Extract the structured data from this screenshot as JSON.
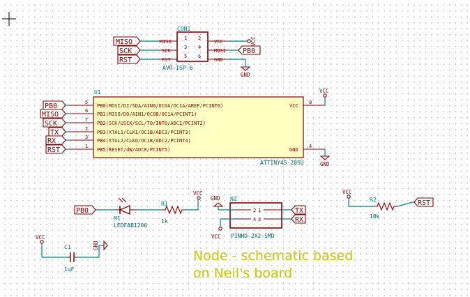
{
  "con1": {
    "ref": "CON1",
    "value": "AVR-ISP-6",
    "pins": [
      "1",
      "2",
      "3",
      "4",
      "5",
      "6"
    ],
    "left_names": [
      "MISO",
      "SCK",
      "RST"
    ],
    "right_names": [
      "VCC",
      "MOSI",
      "GND"
    ],
    "labels_left": [
      "MISO",
      "SCK",
      "RST"
    ],
    "label_right": "PB0",
    "vcc_rot": "VCC",
    "gnd": "GND"
  },
  "u1": {
    "ref": "U1",
    "value": "ATTINY45-20SU",
    "pins_left": [
      {
        "num": "5",
        "name": "PB0(MOSI/DI/SDA/AIN0/OC0A/OC1A/AREF/PCINT0)"
      },
      {
        "num": "6",
        "name": "PB1(MISO/DO/AIN1/OC0B/OC1A/PCINT1)"
      },
      {
        "num": "7",
        "name": "PB2(SCK/USCK/SCL/T0/INT0/ADC1/PCINT2)"
      },
      {
        "num": "2",
        "name": "PB3(XTAL1/CLKI/OC1B/ADC3/PCINT3)"
      },
      {
        "num": "3",
        "name": "PB4(XTAL2/CLKO/OC1B/ADC2/PCINT4)"
      },
      {
        "num": "1",
        "name": "PB5(RESET/dW/ADC0/PCINT5)"
      }
    ],
    "pin_vcc": {
      "num": "8",
      "name": "VCC"
    },
    "pin_gnd": {
      "num": "4",
      "name": "GND"
    },
    "labels": [
      "PB0",
      "MISO",
      "SCK",
      "TX",
      "RX",
      "RST"
    ],
    "vcc": "VCC",
    "gnd": "GND"
  },
  "led": {
    "label": "PB0",
    "ref": "M1",
    "value": "LEDFAB1206"
  },
  "r1": {
    "ref": "R1",
    "value": "1k",
    "vcc": "VCC"
  },
  "r2": {
    "ref": "R2",
    "value": "10k",
    "vcc": "VCC",
    "label": "RST"
  },
  "c1": {
    "ref": "C1",
    "value": "1uF",
    "vcc": "VCC",
    "gnd": "GND"
  },
  "n2": {
    "ref": "N2",
    "value": "PINHD-2X2-SMD",
    "pins": [
      "2",
      "4",
      "1",
      "3"
    ],
    "labels": [
      "TX",
      "RX"
    ],
    "gnd": "GND",
    "vcc": "VCC"
  },
  "note": {
    "line1": "Node - schematic based",
    "line2": "on Neil's board"
  }
}
